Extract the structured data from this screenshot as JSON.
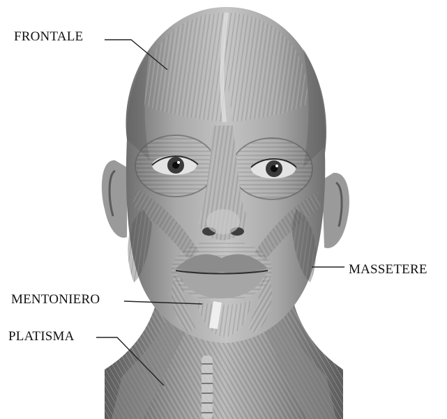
{
  "labels": {
    "frontale": "FRONTALE",
    "massetere": "MASSETERE",
    "mentoniero": "MENTONIERO",
    "platisma": "PLATISMA"
  },
  "colors": {
    "background": "#ffffff",
    "muscle_light": "#bdbdbd",
    "muscle_mid": "#8e8e8e",
    "muscle_dark": "#4a4a4a",
    "leader_line": "#222222",
    "label_text": "#111111"
  }
}
